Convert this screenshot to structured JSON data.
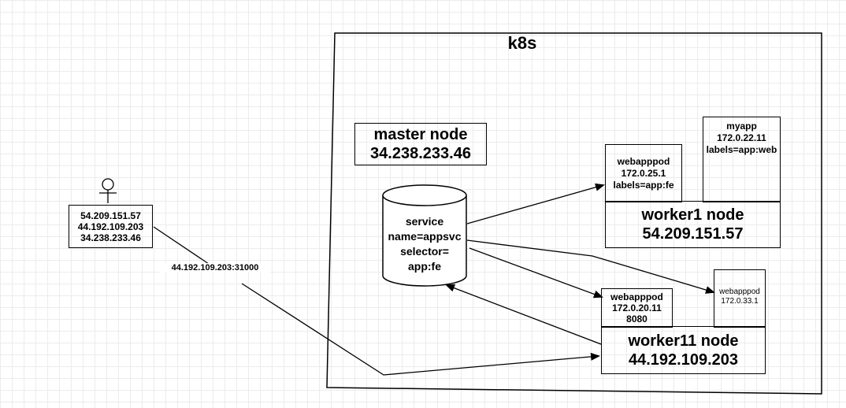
{
  "cluster": {
    "title": "k8s"
  },
  "client": {
    "ips": [
      "54.209.151.57",
      "44.192.109.203",
      "34.238.233.46"
    ]
  },
  "link": {
    "label": "44.192.109.203:31000"
  },
  "master": {
    "title": "master node",
    "ip": "34.238.233.46"
  },
  "service": {
    "lines": [
      "service",
      "name=appsvc",
      "selector=",
      "app:fe"
    ]
  },
  "worker1": {
    "title": "worker1 node",
    "ip": "54.209.151.57",
    "pods": [
      {
        "lines": [
          "webapppod",
          "172.0.25.1",
          "labels=app:fe"
        ]
      },
      {
        "lines": [
          "myapp",
          "172.0.22.11",
          "labels=app:web"
        ]
      }
    ]
  },
  "worker11": {
    "title": "worker11 node",
    "ip": "44.192.109.203",
    "pods": [
      {
        "lines": [
          "webapppod",
          "172.0.20.11",
          "8080"
        ]
      },
      {
        "lines": [
          "webapppod",
          "172.0.33.1"
        ]
      }
    ]
  },
  "colors": {
    "stroke": "#000000",
    "grid": "#ececec",
    "background": "#ffffff"
  }
}
